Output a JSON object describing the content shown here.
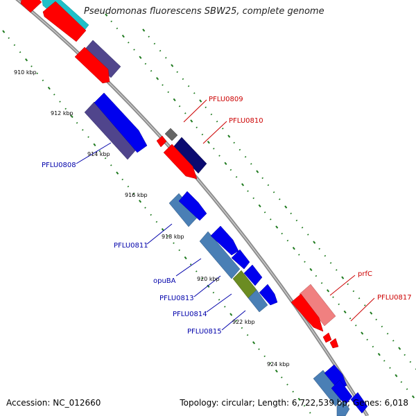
{
  "title": "Pseudomonas fluorescens SBW25, complete genome",
  "footer": {
    "accession": "Accession: NC_012660",
    "summary": "Topology: circular; Length: 6,722,539 bp; Genes: 6,018"
  },
  "colors": {
    "backbone": "#8a8a8a",
    "tick": "#1e7a1e",
    "label_forward": "#cc0000",
    "label_reverse": "#0000aa"
  },
  "scale_labels": [
    "910 kbp",
    "912 kbp",
    "914 kbp",
    "916 kbp",
    "918 kbp",
    "920 kbp",
    "922 kbp",
    "924 kbp"
  ],
  "gene_labels": {
    "PFLU0808": "PFLU0808",
    "PFLU0809": "PFLU0809",
    "PFLU0810": "PFLU0810",
    "PFLU0811": "PFLU0811",
    "opuBA": "opuBA",
    "PFLU0813": "PFLU0813",
    "PFLU0814": "PFLU0814",
    "PFLU0815": "PFLU0815",
    "prfC": "prfC",
    "PFLU0817": "PFLU0817"
  }
}
